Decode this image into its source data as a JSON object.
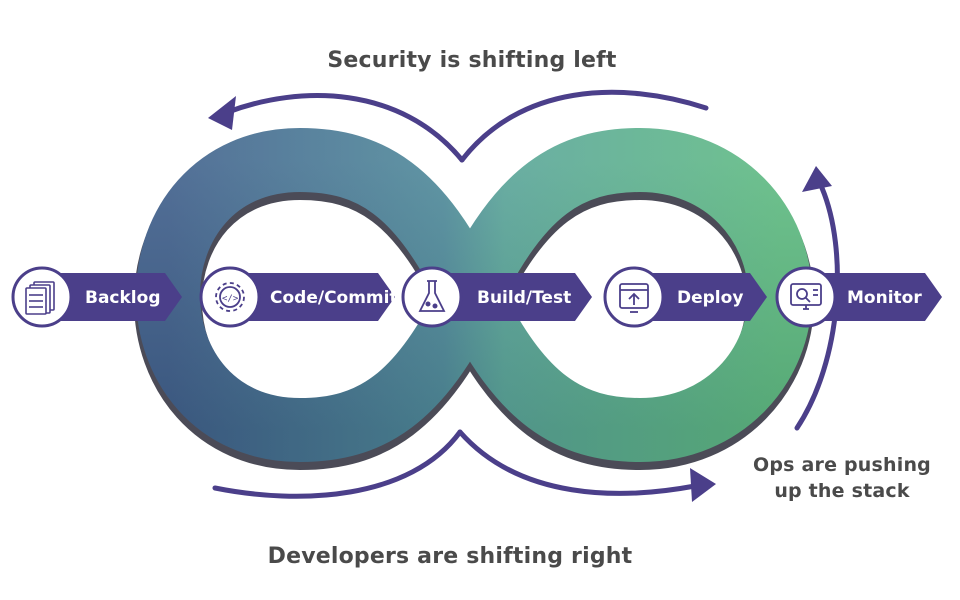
{
  "captions": {
    "security": "Security is shifting left",
    "developers": "Developers are shifting right",
    "ops_line1": "Ops are pushing",
    "ops_line2": "up the stack"
  },
  "stages": [
    {
      "label": "Backlog",
      "icon": "server-stack-icon"
    },
    {
      "label": "Code/Commit",
      "icon": "code-gear-icon"
    },
    {
      "label": "Build/Test",
      "icon": "flask-icon"
    },
    {
      "label": "Deploy",
      "icon": "upload-window-icon"
    },
    {
      "label": "Monitor",
      "icon": "monitor-magnifier-icon"
    }
  ],
  "colors": {
    "accent_purple": "#4b3f8a",
    "loop_dark_blue": "#3f5f8a",
    "loop_teal": "#5aa99a",
    "loop_green": "#5dba84",
    "text_gray": "#4a4a4a"
  }
}
